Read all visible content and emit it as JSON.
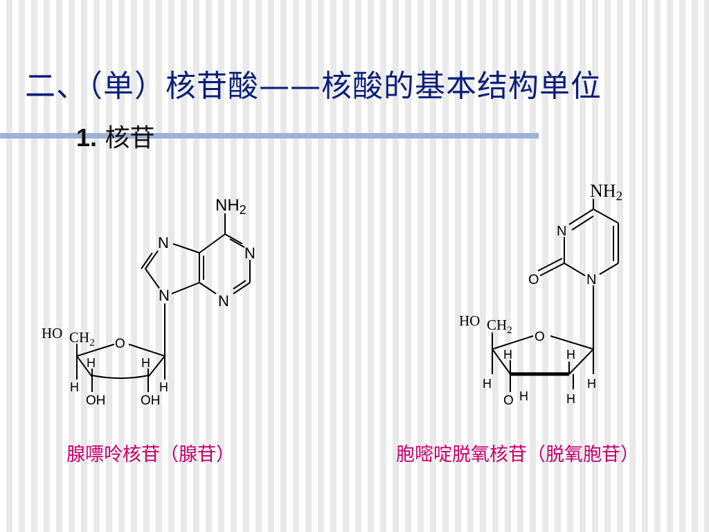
{
  "slide": {
    "title": "二、（单）核苷酸——核酸的基本结构单位",
    "subtitle_number": "1.",
    "subtitle_text": "核苷"
  },
  "molecules": {
    "adenosine": {
      "caption": "腺嘌呤核苷（腺苷）",
      "amino": "NH",
      "amino_sub": "2",
      "n_ring_top_left": "N",
      "n_ring_right": "N",
      "n_ring_bottom": "N",
      "n_glycosidic": "N",
      "ho": "HO",
      "ch2": "CH",
      "ch2_sub": "2",
      "ring_o": "O",
      "h_c4": "H",
      "h_c3_up": "H",
      "h_c2_up": "H",
      "h_c1": "H",
      "oh_c3": "OH",
      "oh_c2": "OH"
    },
    "deoxycytidine": {
      "caption": "胞嘧啶脱氧核苷（脱氧胞苷）",
      "amino": "NH",
      "amino_sub": "2",
      "n3": "N",
      "n1": "N",
      "carbonyl_o": "O",
      "ho": "HO",
      "ch2": "CH",
      "ch2_sub": "2",
      "ring_o": "O",
      "h_c4": "H",
      "h_c3_up": "H",
      "h_c2_up": "H",
      "h_c1": "H",
      "h_c2_down": "H",
      "o_c3": "O",
      "h_c3_o": "H"
    }
  }
}
